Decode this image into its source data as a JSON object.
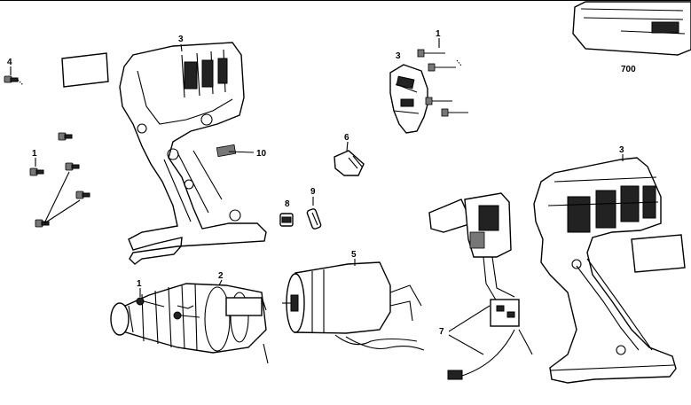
{
  "labels": {
    "housing_left": "3",
    "screw_top_left": "4",
    "screws_left_group": "1",
    "trigger_plate": "10",
    "housing_right_top": "3",
    "screw_right_top": "1",
    "lamp": "6",
    "housing_right_large": "3",
    "kit_case": "700",
    "part_8": "8",
    "part_9": "9",
    "motor": "5",
    "gearbox": "2",
    "gearbox_screw": "1",
    "switch": "7"
  },
  "colors": {
    "line": "#000000",
    "background": "#ffffff"
  }
}
